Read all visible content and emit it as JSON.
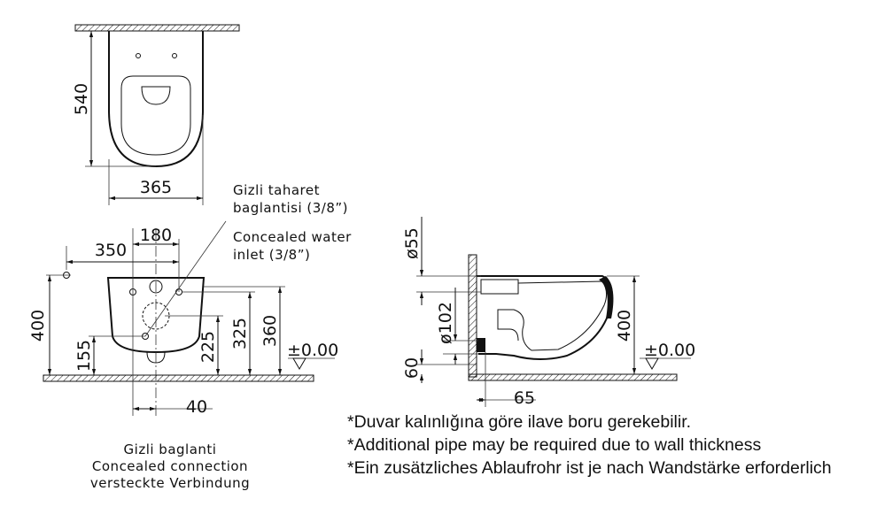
{
  "dimensions": {
    "top_depth": "540",
    "top_width": "365",
    "front_350": "350",
    "front_180": "180",
    "front_height_400": "400",
    "front_155": "155",
    "front_225": "225",
    "front_325": "325",
    "front_360": "360",
    "front_40": "40",
    "front_zero": "±0.00",
    "side_diam_55": "ø55",
    "side_diam_102": "ø102",
    "side_60": "60",
    "side_400": "400",
    "side_zero": "±0.00",
    "side_65": "65"
  },
  "labels": {
    "water_inlet_tr_1": "Gizli taharet",
    "water_inlet_tr_2": "baglantisi (3/8”)",
    "water_inlet_en_1": "Concealed water",
    "water_inlet_en_2": "inlet (3/8”)",
    "connection_tr": "Gizli baglanti",
    "connection_en": "Concealed connection",
    "connection_de": "versteckte Verbindung"
  },
  "notes": [
    "*Duvar kalınlığına göre ilave boru gerekebilir.",
    "*Additional pipe may be required due to wall thickness",
    "*Ein zusätzliches Ablaufrohr ist je nach Wandstärke erforderlich"
  ],
  "colors": {
    "line": "#111111",
    "background": "#ffffff"
  }
}
